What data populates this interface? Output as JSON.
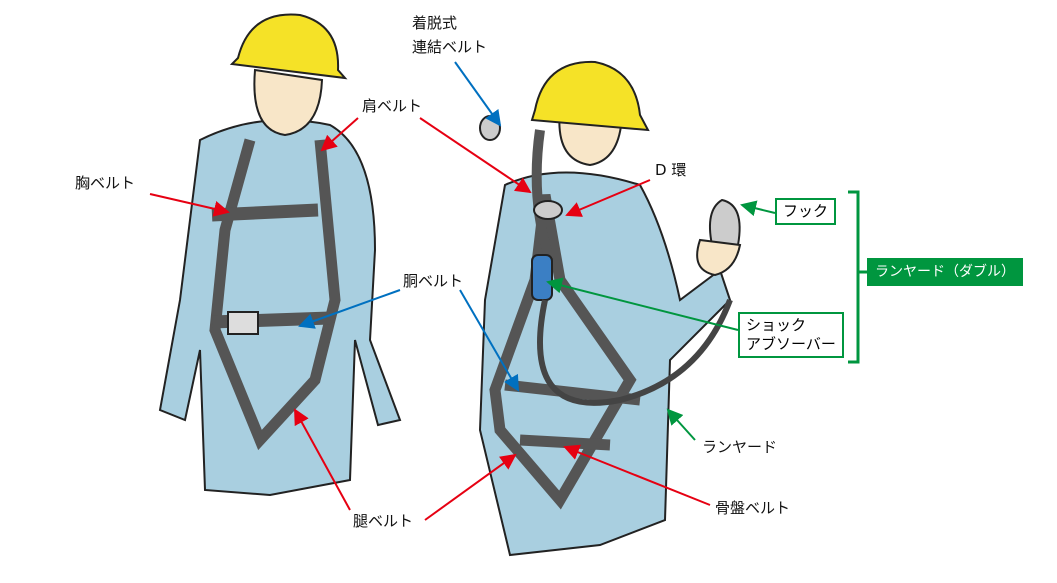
{
  "labels": {
    "detachable_line1": "着脱式",
    "detachable_line2": "連結ベルト",
    "shoulder_belt": "肩ベルト",
    "chest_belt": "胸ベルト",
    "d_ring": "D 環",
    "hook": "フック",
    "lanyard_double": "ランヤード（ダブル）",
    "shock_line1": "ショック",
    "shock_line2": "アブソーバー",
    "waist_belt": "胴ベルト",
    "lanyard": "ランヤード",
    "thigh_belt": "腿ベルト",
    "pelvic_belt": "骨盤ベルト"
  },
  "colors": {
    "red_arrow": "#e60012",
    "blue_arrow": "#0070c0",
    "green": "#00963f",
    "suit": "#a9cfe0",
    "helmet": "#f5e227",
    "strap": "#555555"
  }
}
